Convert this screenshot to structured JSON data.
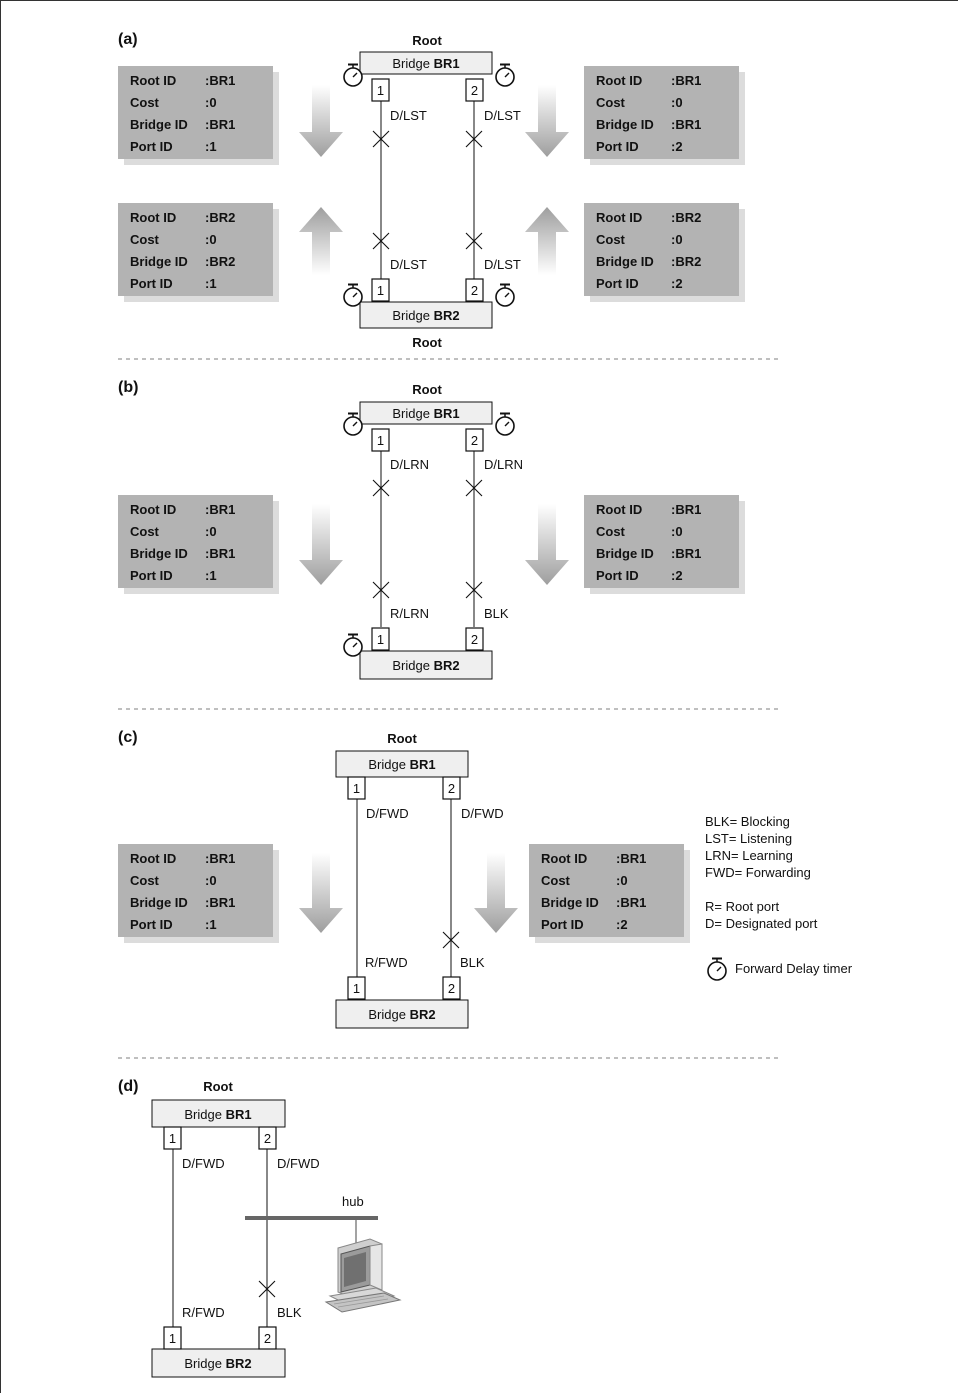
{
  "sections": {
    "a": {
      "label": "(a)",
      "top_root": "Root",
      "bottom_root": "Root",
      "br1": {
        "prefix": "Bridge ",
        "name": "BR1"
      },
      "br2": {
        "prefix": "Bridge ",
        "name": "BR2"
      },
      "ports": {
        "p1": "1",
        "p2": "2"
      },
      "states": {
        "br1_p1": "D/LST",
        "br1_p2": "D/LST",
        "br2_p1": "D/LST",
        "br2_p2": "D/LST"
      },
      "bpdus": [
        {
          "keys": [
            "Root ID",
            "Cost",
            "Bridge ID",
            "Port ID"
          ],
          "vals": [
            ":BR1",
            ":0",
            ":BR1",
            ":1"
          ]
        },
        {
          "keys": [
            "Root ID",
            "Cost",
            "Bridge ID",
            "Port ID"
          ],
          "vals": [
            ":BR1",
            ":0",
            ":BR1",
            ":2"
          ]
        },
        {
          "keys": [
            "Root ID",
            "Cost",
            "Bridge ID",
            "Port ID"
          ],
          "vals": [
            ":BR2",
            ":0",
            ":BR2",
            ":1"
          ]
        },
        {
          "keys": [
            "Root ID",
            "Cost",
            "Bridge ID",
            "Port ID"
          ],
          "vals": [
            ":BR2",
            ":0",
            ":BR2",
            ":2"
          ]
        }
      ]
    },
    "b": {
      "label": "(b)",
      "top_root": "Root",
      "br1": {
        "prefix": "Bridge ",
        "name": "BR1"
      },
      "br2": {
        "prefix": "Bridge ",
        "name": "BR2"
      },
      "ports": {
        "p1": "1",
        "p2": "2"
      },
      "states": {
        "br1_p1": "D/LRN",
        "br1_p2": "D/LRN",
        "br2_p1": "R/LRN",
        "br2_p2": "BLK"
      },
      "bpdus": [
        {
          "keys": [
            "Root ID",
            "Cost",
            "Bridge ID",
            "Port ID"
          ],
          "vals": [
            ":BR1",
            ":0",
            ":BR1",
            ":1"
          ]
        },
        {
          "keys": [
            "Root ID",
            "Cost",
            "Bridge ID",
            "Port ID"
          ],
          "vals": [
            ":BR1",
            ":0",
            ":BR1",
            ":2"
          ]
        }
      ]
    },
    "c": {
      "label": "(c)",
      "top_root": "Root",
      "br1": {
        "prefix": "Bridge ",
        "name": "BR1"
      },
      "br2": {
        "prefix": "Bridge ",
        "name": "BR2"
      },
      "ports": {
        "p1": "1",
        "p2": "2"
      },
      "states": {
        "br1_p1": "D/FWD",
        "br1_p2": "D/FWD",
        "br2_p1": "R/FWD",
        "br2_p2": "BLK"
      },
      "bpdus": [
        {
          "keys": [
            "Root ID",
            "Cost",
            "Bridge ID",
            "Port ID"
          ],
          "vals": [
            ":BR1",
            ":0",
            ":BR1",
            ":1"
          ]
        },
        {
          "keys": [
            "Root ID",
            "Cost",
            "Bridge ID",
            "Port ID"
          ],
          "vals": [
            ":BR1",
            ":0",
            ":BR1",
            ":2"
          ]
        }
      ]
    },
    "d": {
      "label": "(d)",
      "top_root": "Root",
      "br1": {
        "prefix": "Bridge ",
        "name": "BR1"
      },
      "br2": {
        "prefix": "Bridge ",
        "name": "BR2"
      },
      "ports": {
        "p1": "1",
        "p2": "2"
      },
      "states": {
        "br1_p1": "D/FWD",
        "br1_p2": "D/FWD",
        "br2_p1": "R/FWD",
        "br2_p2": "BLK"
      },
      "hub": "hub"
    }
  },
  "legend": {
    "states": [
      "BLK= Blocking",
      "LST= Listening",
      "LRN= Learning",
      "FWD= Forwarding"
    ],
    "roles": [
      "R= Root port",
      "D= Designated port"
    ],
    "timer": "Forward Delay timer"
  },
  "colors": {
    "bpdu_box": "#b3b3b3",
    "bpdu_shadow": "#dcdcdc",
    "bridge_box": "#efefef",
    "arrow": "#b8b8b8"
  }
}
